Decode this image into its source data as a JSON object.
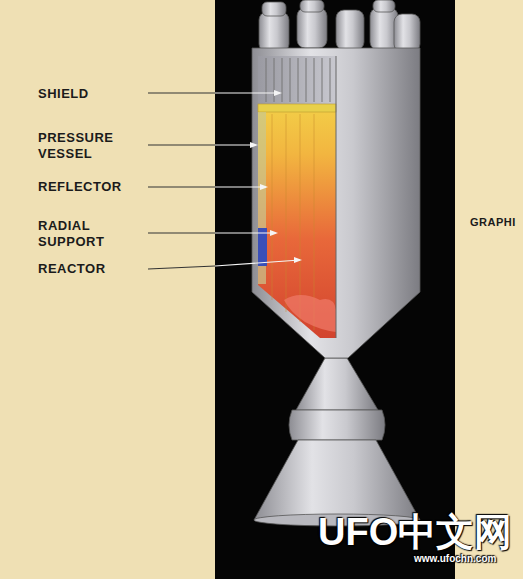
{
  "diagram": {
    "labels": [
      "SHIELD",
      "PRESSURE VESSEL",
      "REFLECTOR",
      "RADIAL SUPPORT",
      "REACTOR",
      "GRAPHI",
      "UFO中文网",
      "www.ufochn.com"
    ]
  }
}
